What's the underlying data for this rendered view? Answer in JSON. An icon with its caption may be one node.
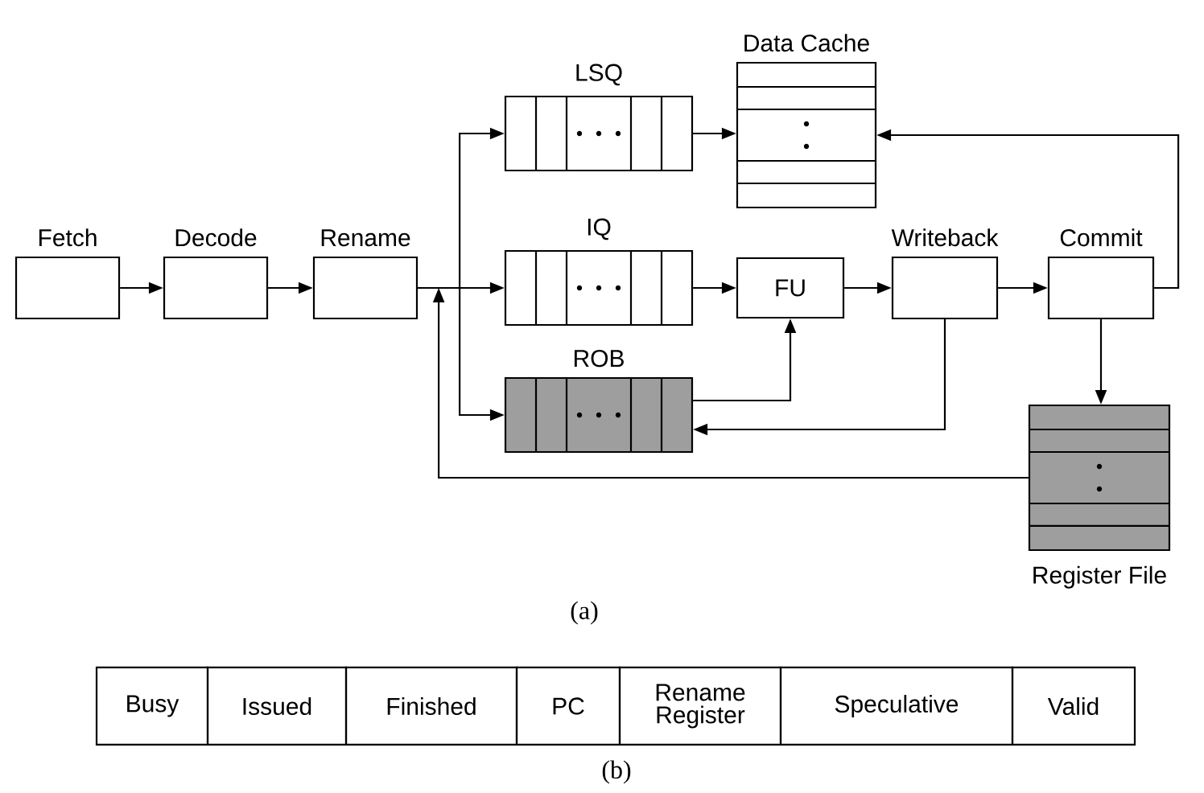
{
  "diagram": {
    "nodes": [
      {
        "text": [
          "Fetch"
        ]
      },
      {
        "text": [
          "Decode"
        ]
      },
      {
        "text": [
          "Rename"
        ]
      },
      {
        "text": [
          "LSQ"
        ]
      },
      {
        "text": [
          "IQ"
        ]
      },
      {
        "text": [
          "ROB"
        ]
      },
      {
        "text": [
          "Data Cache"
        ]
      },
      {
        "text": [
          "FU"
        ]
      },
      {
        "text": [
          "Writeback"
        ]
      },
      {
        "text": [
          "Commit"
        ]
      },
      {
        "text": [
          "Register File"
        ]
      }
    ],
    "edges": [
      {
        "from": 0,
        "to": 1,
        "arrow": "to"
      },
      {
        "from": 1,
        "to": 2,
        "arrow": "to"
      },
      {
        "from": 2,
        "to": 3,
        "arrow": "to"
      },
      {
        "from": 2,
        "to": 4,
        "arrow": "to"
      },
      {
        "from": 2,
        "to": 5,
        "arrow": "to"
      },
      {
        "from": 3,
        "to": 6,
        "arrow": "to"
      },
      {
        "from": 4,
        "to": 7,
        "arrow": "to"
      },
      {
        "from": 5,
        "to": 7,
        "arrow": "to"
      },
      {
        "from": 7,
        "to": 8,
        "arrow": "to"
      },
      {
        "from": 8,
        "to": 9,
        "arrow": "to"
      },
      {
        "from": 8,
        "to": 5,
        "arrow": "to"
      },
      {
        "from": 9,
        "to": 6,
        "arrow": "to"
      },
      {
        "from": 9,
        "to": 10,
        "arrow": "to"
      },
      {
        "from": 10,
        "to": 2,
        "arrow": "to"
      }
    ],
    "labels": [
      "(a)",
      "Busy",
      "Issued",
      "Finished",
      "PC",
      "Rename Register",
      "Speculative",
      "Valid",
      "(b)"
    ]
  }
}
